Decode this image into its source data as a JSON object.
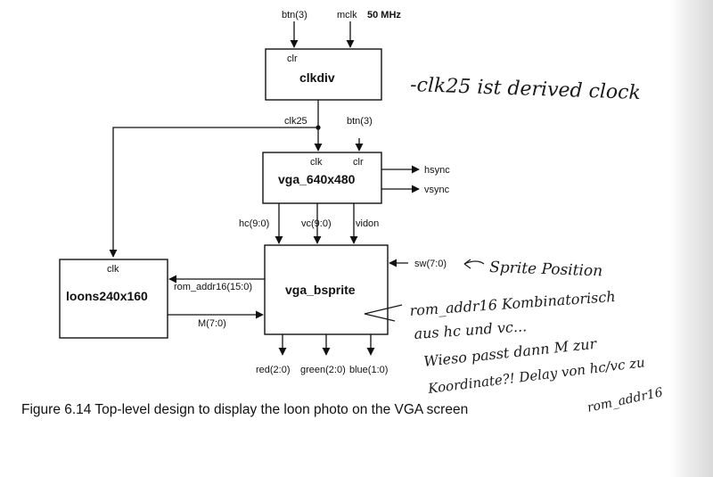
{
  "diagram": {
    "inputs": {
      "btn_top": "btn(3)",
      "mclk": "mclk",
      "mclk_freq": "50 MHz",
      "btn_mid": "btn(3)",
      "sw": "sw(7:0)"
    },
    "blocks": {
      "clkdiv": {
        "pin_clr": "clr",
        "name": "clkdiv"
      },
      "vga": {
        "pin_clk": "clk",
        "pin_clr": "clr",
        "name": "vga_640x480"
      },
      "loons": {
        "pin_clk": "clk",
        "name": "loons240x160"
      },
      "bsprite": {
        "name": "vga_bsprite"
      }
    },
    "signals": {
      "clk25": "clk25",
      "hsync": "hsync",
      "vsync": "vsync",
      "hc": "hc(9:0)",
      "vc": "vc(9:0)",
      "vidon": "vidon",
      "rom_addr": "rom_addr16(15:0)",
      "m": "M(7:0)",
      "red": "red(2:0)",
      "green": "green(2:0)",
      "blue": "blue(1:0)"
    }
  },
  "caption": "Figure 6.14  Top-level design to display the loon photo on the VGA screen",
  "handwritten_notes": {
    "clk25_note": "-clk25 ist derived clock",
    "sprite_note": "Sprite Position",
    "note_line1": "rom_addr16 Kombinatorisch",
    "note_line2": "aus hc und vc...",
    "note_line3": "Wieso passt dann M zur",
    "note_line4": "Koordinate?! Delay von hc/vc zu",
    "note_line5": "rom_addr16"
  }
}
